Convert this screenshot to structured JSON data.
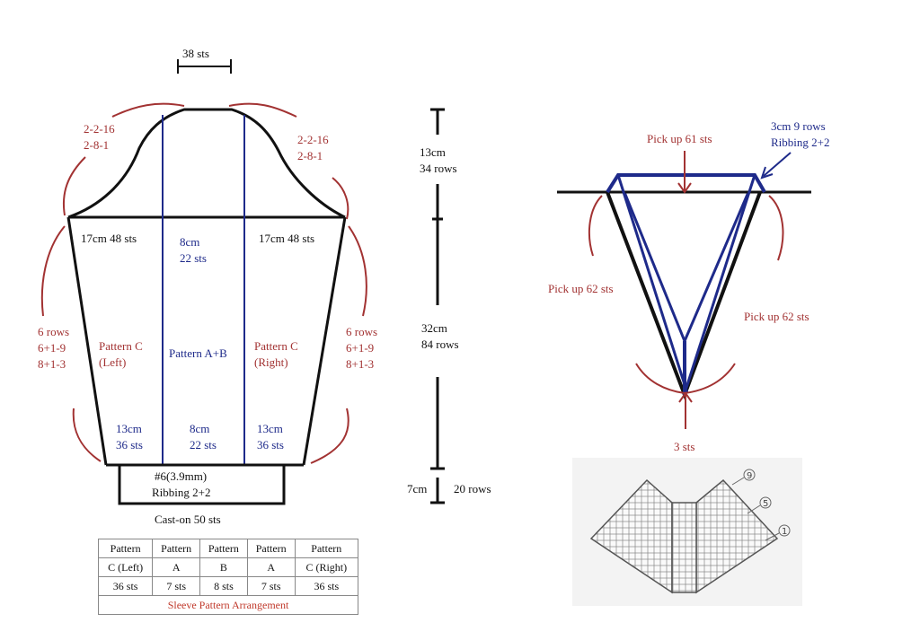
{
  "sleeve": {
    "top_width": "38 sts",
    "cap_left": [
      "2-2-16",
      "2-8-1"
    ],
    "cap_right": [
      "2-2-16",
      "2-8-1"
    ],
    "upper_left": "17cm  48 sts",
    "upper_center": [
      "8cm",
      "22 sts"
    ],
    "upper_right": "17cm  48 sts",
    "side_left": [
      "6 rows",
      "6+1-9",
      "8+1-3"
    ],
    "side_right": [
      "6 rows",
      "6+1-9",
      "8+1-3"
    ],
    "pattern_left": [
      "Pattern C",
      "(Left)"
    ],
    "pattern_center": "Pattern A+B",
    "pattern_right": [
      "Pattern C",
      "(Right)"
    ],
    "lower_left": [
      "13cm",
      "36 sts"
    ],
    "lower_center": [
      "8cm",
      "22 sts"
    ],
    "lower_right": [
      "13cm",
      "36 sts"
    ],
    "ribbing": [
      "#6(3.9mm)",
      "Ribbing 2+2"
    ],
    "cast_on": "Cast-on 50 sts"
  },
  "measurements": {
    "cap": [
      "13cm",
      "34 rows"
    ],
    "body": [
      "32cm",
      "84 rows"
    ],
    "cuff_cm": "7cm",
    "cuff_rows": "20 rows"
  },
  "arrangement_table": {
    "row1": [
      "Pattern",
      "Pattern",
      "Pattern",
      "Pattern",
      "Pattern"
    ],
    "row2": [
      "C (Left)",
      "A",
      "B",
      "A",
      "C (Right)"
    ],
    "row3": [
      "36 sts",
      "7 sts",
      "8 sts",
      "7 sts",
      "36 sts"
    ],
    "caption": "Sleeve Pattern Arrangement"
  },
  "neckline": {
    "pick_up_top": "Pick up 61 sts",
    "ribbing_label": [
      "3cm   9 rows",
      "Ribbing 2+2"
    ],
    "pick_up_left": "Pick up 62 sts",
    "pick_up_right": "Pick up 62 sts",
    "bottom": "3 sts"
  },
  "chart_markers": [
    "9",
    "5",
    "1"
  ],
  "colors": {
    "red": "#a23232",
    "blue": "#1e2a8a",
    "black": "#111111"
  }
}
